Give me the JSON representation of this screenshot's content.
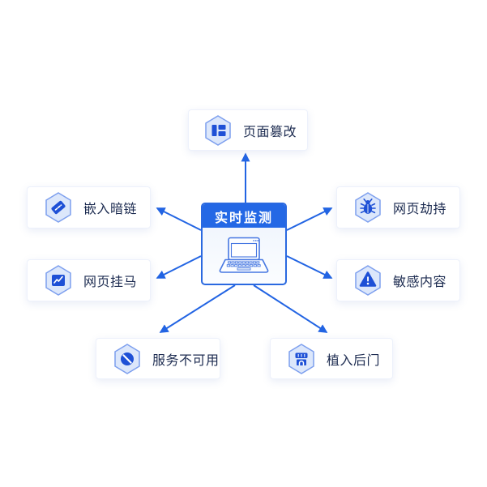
{
  "diagram": {
    "center": {
      "label": "实时监测",
      "icon": "laptop-icon"
    },
    "nodes": [
      {
        "id": "page-tampering",
        "label": "页面篡改",
        "icon": "layout-icon",
        "position": "top"
      },
      {
        "id": "embedded-dark-link",
        "label": "嵌入暗链",
        "icon": "link-icon",
        "position": "left-upper"
      },
      {
        "id": "webpage-trojan",
        "label": "网页挂马",
        "icon": "trend-chart-icon",
        "position": "left-lower"
      },
      {
        "id": "webpage-hijacking",
        "label": "网页劫持",
        "icon": "bug-icon",
        "position": "right-upper"
      },
      {
        "id": "sensitive-content",
        "label": "敏感内容",
        "icon": "warning-triangle-icon",
        "position": "right-lower"
      },
      {
        "id": "service-unavailable",
        "label": "服务不可用",
        "icon": "prohibited-icon",
        "position": "bottom-left"
      },
      {
        "id": "implanted-backdoor",
        "label": "植入后门",
        "icon": "storefront-door-icon",
        "position": "bottom-right"
      }
    ],
    "colors": {
      "arrow": "#2264e3",
      "center_header": "#2468e5",
      "center_border": "#2a69e0",
      "label_text": "#1c2b50",
      "hexagon_fill": "#dce7fb",
      "hexagon_border": "#7d9fee",
      "glyph": "#1e50d6"
    }
  }
}
